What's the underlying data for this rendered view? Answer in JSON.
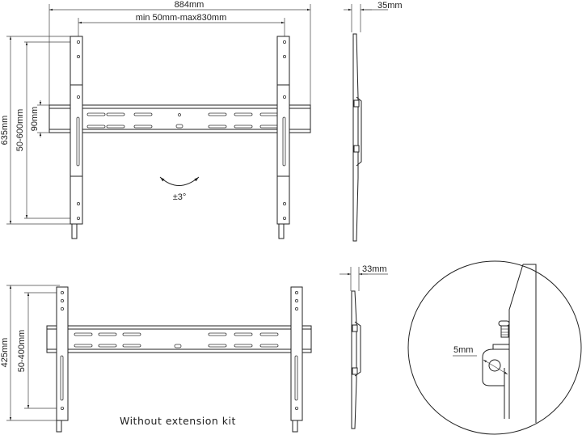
{
  "top_front_view": {
    "overall_width": "884mm",
    "vesa_horizontal": "min 50mm-max830mm",
    "overall_height": "635mm",
    "vesa_vertical": "50-600mm",
    "rail_height": "90mm",
    "tilt": "±3°"
  },
  "top_side_view": {
    "depth": "35mm"
  },
  "bottom_front_view": {
    "overall_height": "425mm",
    "vesa_vertical": "50-400mm",
    "caption": "Without extension kit"
  },
  "bottom_side_view": {
    "depth": "33mm"
  },
  "detail_view": {
    "screw_label": "5mm"
  }
}
